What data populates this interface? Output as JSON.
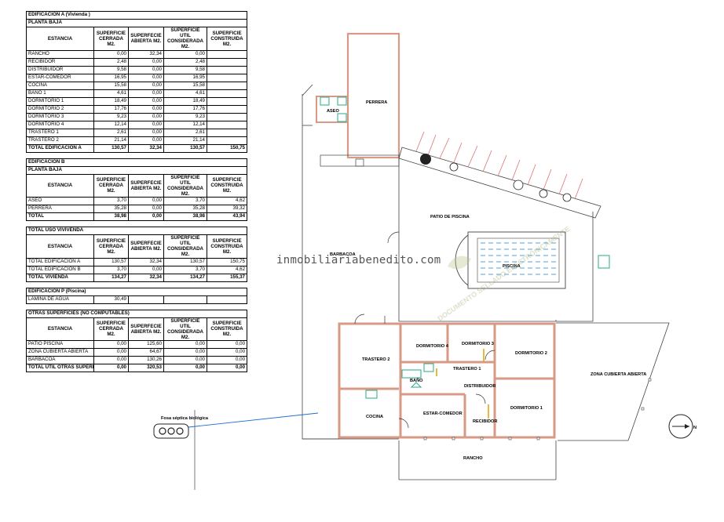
{
  "table": {
    "headers": {
      "estancia": "ESTANCIA",
      "cerrada": "SUPERFICIE CERRADA M2.",
      "abierta": "SUPERFECIE ABIERTA M2.",
      "util": "SUPERFICIE UTIL CONSIDERADA M2.",
      "construida": "SUPERFICIE CONSTRUIDA M2."
    },
    "section_a": {
      "title": "EDIFICACIÓN A (Vivienda )",
      "floor": "PLANTA BAJA",
      "rows": [
        [
          "RANCHO",
          "0,00",
          "32,34",
          "0,00",
          ""
        ],
        [
          "RECIBIDOR",
          "2,48",
          "0,00",
          "2,48",
          ""
        ],
        [
          "DISTRIBUIDOR",
          "9,58",
          "0,00",
          "9,58",
          ""
        ],
        [
          "ESTAR-COMEDOR",
          "16,95",
          "0,00",
          "16,95",
          ""
        ],
        [
          "COCINA",
          "15,58",
          "0,00",
          "15,58",
          ""
        ],
        [
          "BAÑO 1",
          "4,61",
          "0,00",
          "4,61",
          ""
        ],
        [
          "DORMITORIO 1",
          "18,49",
          "0,00",
          "18,49",
          ""
        ],
        [
          "DORMITORIO 2",
          "17,76",
          "0,00",
          "17,76",
          ""
        ],
        [
          "DORMITORIO 3",
          "9,23",
          "0,00",
          "9,23",
          ""
        ],
        [
          "DORMITORIO 4",
          "12,14",
          "0,00",
          "12,14",
          ""
        ],
        [
          "TRASTERO 1",
          "2,61",
          "0,00",
          "2,61",
          ""
        ],
        [
          "TRASTERO 2",
          "21,14",
          "0,00",
          "21,14",
          ""
        ]
      ],
      "total": [
        "TOTAL EDIFICACION A",
        "130,57",
        "32,34",
        "130,57",
        "150,75"
      ]
    },
    "section_b": {
      "title": "EDIFICACIÓN B",
      "floor": "PLANTA BAJA",
      "rows": [
        [
          "ASEO",
          "3,70",
          "0,00",
          "3,70",
          "4,62"
        ],
        [
          "PERRERA",
          "35,28",
          "0,00",
          "35,28",
          "39,32"
        ]
      ],
      "total": [
        "TOTAL",
        "38,98",
        "0,00",
        "38,98",
        "43,94"
      ]
    },
    "section_total": {
      "title": "TOTAL USO VIVIVENDA",
      "rows": [
        [
          "TOTAL EDIFICACIÓN A",
          "130,57",
          "32,34",
          "130,57",
          "150,75"
        ],
        [
          "TOTAL EDIFICACIÓN B",
          "3,70",
          "0,00",
          "3,70",
          "4,62"
        ]
      ],
      "total": [
        "TOTAL VIVIENDA",
        "134,27",
        "32,34",
        "134,27",
        "155,37"
      ]
    },
    "section_p": {
      "title": "EDIFICACIÓN P (Piscina)",
      "rows": [
        [
          "LAMINA DE AGUA",
          "30,49",
          "",
          "",
          ""
        ]
      ]
    },
    "section_other": {
      "title": "OTRAS SUPERFICIES (NO COMPUTABLES)",
      "rows": [
        [
          "PATIO PISCINA",
          "0,00",
          "125,60",
          "0,00",
          "0,00"
        ],
        [
          "ZONA CUBIERTA ABIERTA",
          "0,00",
          "64,67",
          "0,00",
          "0,00"
        ],
        [
          "BARBACOA",
          "0,00",
          "130,26",
          "0,00",
          "0,00"
        ]
      ],
      "total": [
        "TOTAL UTIL OTRAS SUPERFICIES",
        "0,00",
        "320,53",
        "0,00",
        "0,00"
      ]
    }
  },
  "plan": {
    "labels": {
      "perrera": "PERRERA",
      "aseo": "ASEO",
      "patio_piscina": "PATIO DE PISCINA",
      "barbacoa": "BARBACOA",
      "piscina": "PISCINA",
      "trastero2": "TRASTERO 2",
      "dormitorio4": "DORMITORIO 4",
      "dormitorio3": "DORMITORIO 3",
      "dormitorio2": "DORMITORIO 2",
      "dormitorio1": "DORMITORIO 1",
      "trastero1": "TRASTERO 1",
      "bano": "BAÑO",
      "distribuidor": "DISTRIBUIDOR",
      "cocina": "COCINA",
      "estar_comedor": "ESTAR-COMEDOR",
      "recibidor": "RECIBIDOR",
      "rancho": "RANCHO",
      "zona_cubierta": "ZONA CUBIERTA ABIERTA",
      "fosa": "Fosa séptica biológica",
      "north": "N"
    },
    "colors": {
      "wall": "#d99a85",
      "pool_line": "#5aa0d8",
      "connector": "#1e6fd0",
      "fixture": "#2aa88a",
      "door": "#e0a000",
      "hatch": "#e07070"
    }
  },
  "watermark": {
    "text": "inmobiliariabenedito.com",
    "stamp": "DOCUMENTO SELLADO ELECTRÓNICAMENTE"
  }
}
